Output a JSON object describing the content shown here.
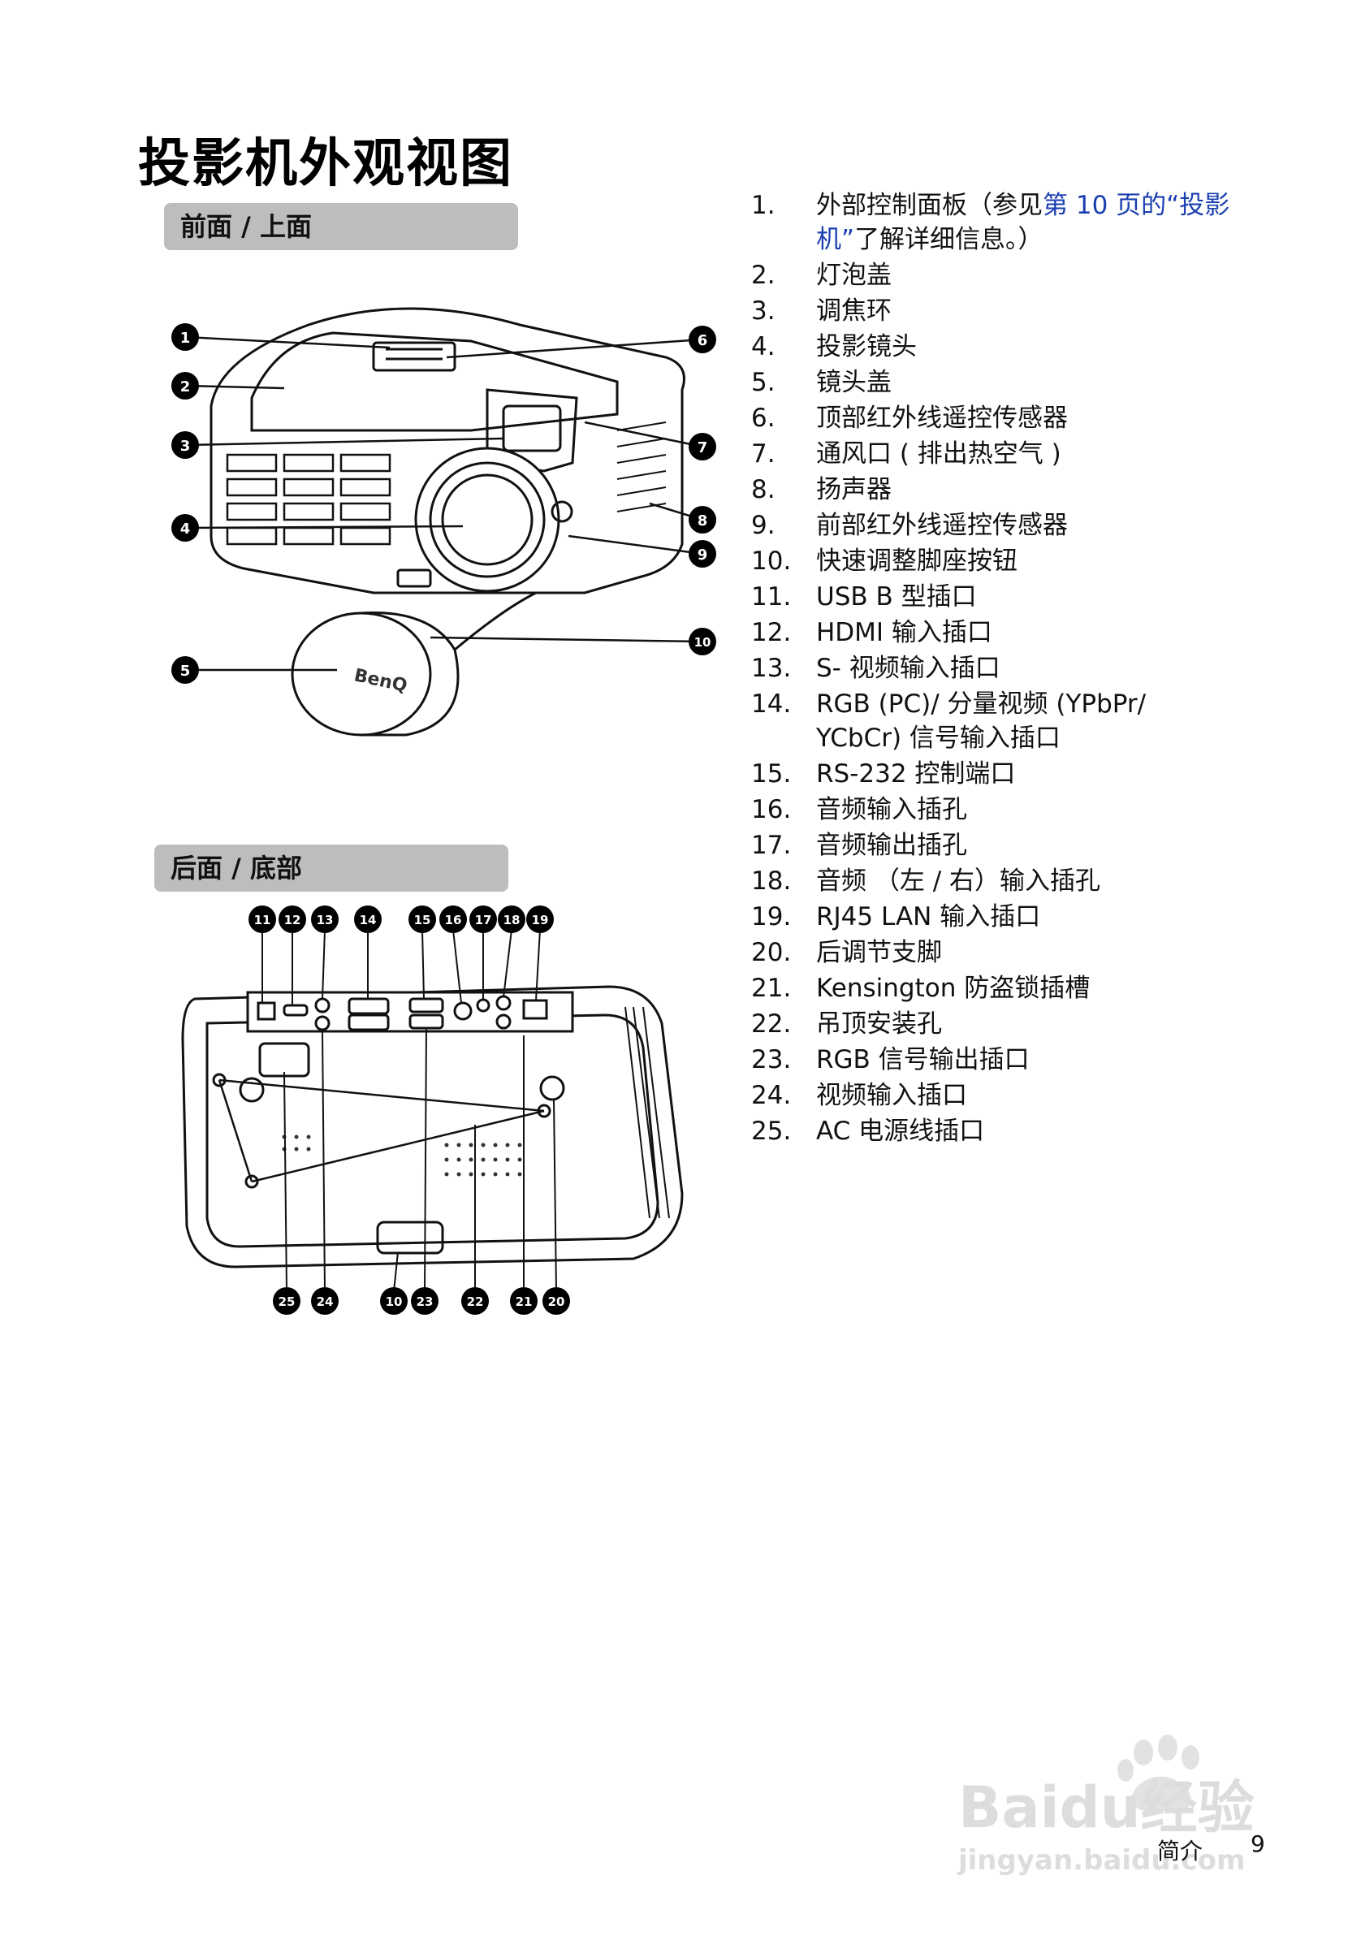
{
  "page_title": "投影机外观视图",
  "sections": {
    "front": "前面 / 上面",
    "rear": "后面 / 底部"
  },
  "figure_front": {
    "callouts": [
      "1",
      "2",
      "3",
      "4",
      "5",
      "6",
      "7",
      "8",
      "9",
      "10"
    ],
    "lens_cap_brand": "BenQ"
  },
  "figure_rear": {
    "callouts_top": [
      "11",
      "12",
      "13",
      "14",
      "15",
      "16",
      "17",
      "18",
      "19"
    ],
    "callouts_bottom": [
      "25",
      "24",
      "10",
      "23",
      "22",
      "21",
      "20"
    ]
  },
  "parts": [
    {
      "num": "1.",
      "text": "外部控制面板（参见",
      "link": "第 10 页的“投影机”",
      "tail": "了解详细信息。）"
    },
    {
      "num": "2.",
      "text": "灯泡盖"
    },
    {
      "num": "3.",
      "text": "调焦环"
    },
    {
      "num": "4.",
      "text": "投影镜头"
    },
    {
      "num": "5.",
      "text": "镜头盖"
    },
    {
      "num": "6.",
      "text": "顶部红外线遥控传感器"
    },
    {
      "num": "7.",
      "text": "通风口 ( 排出热空气 )"
    },
    {
      "num": "8.",
      "text": "扬声器"
    },
    {
      "num": "9.",
      "text": "前部红外线遥控传感器"
    },
    {
      "num": "10.",
      "text": "快速调整脚座按钮"
    },
    {
      "num": "11.",
      "text": "USB B 型插口"
    },
    {
      "num": "12.",
      "text": "HDMI 输入插口"
    },
    {
      "num": "13.",
      "text": "S- 视频输入插口"
    },
    {
      "num": "14.",
      "text": "RGB (PC)/ 分量视频 (YPbPr/ YCbCr) 信号输入插口"
    },
    {
      "num": "15.",
      "text": "RS-232 控制端口"
    },
    {
      "num": "16.",
      "text": "音频输入插孔"
    },
    {
      "num": "17.",
      "text": "音频输出插孔"
    },
    {
      "num": "18.",
      "text": "音频 （左 / 右）输入插孔"
    },
    {
      "num": "19.",
      "text": "RJ45 LAN 输入插口"
    },
    {
      "num": "20.",
      "text": "后调节支脚"
    },
    {
      "num": "21.",
      "text": "Kensington 防盗锁插槽"
    },
    {
      "num": "22.",
      "text": "吊顶安装孔"
    },
    {
      "num": "23.",
      "text": "RGB 信号输出插口"
    },
    {
      "num": "24.",
      "text": "视频输入插口"
    },
    {
      "num": "25.",
      "text": "AC 电源线插口"
    }
  ],
  "footer": {
    "section": "简介",
    "page": "9"
  },
  "watermark": {
    "brand": "Baidu经验",
    "url": "jingyan.baidu.com"
  }
}
